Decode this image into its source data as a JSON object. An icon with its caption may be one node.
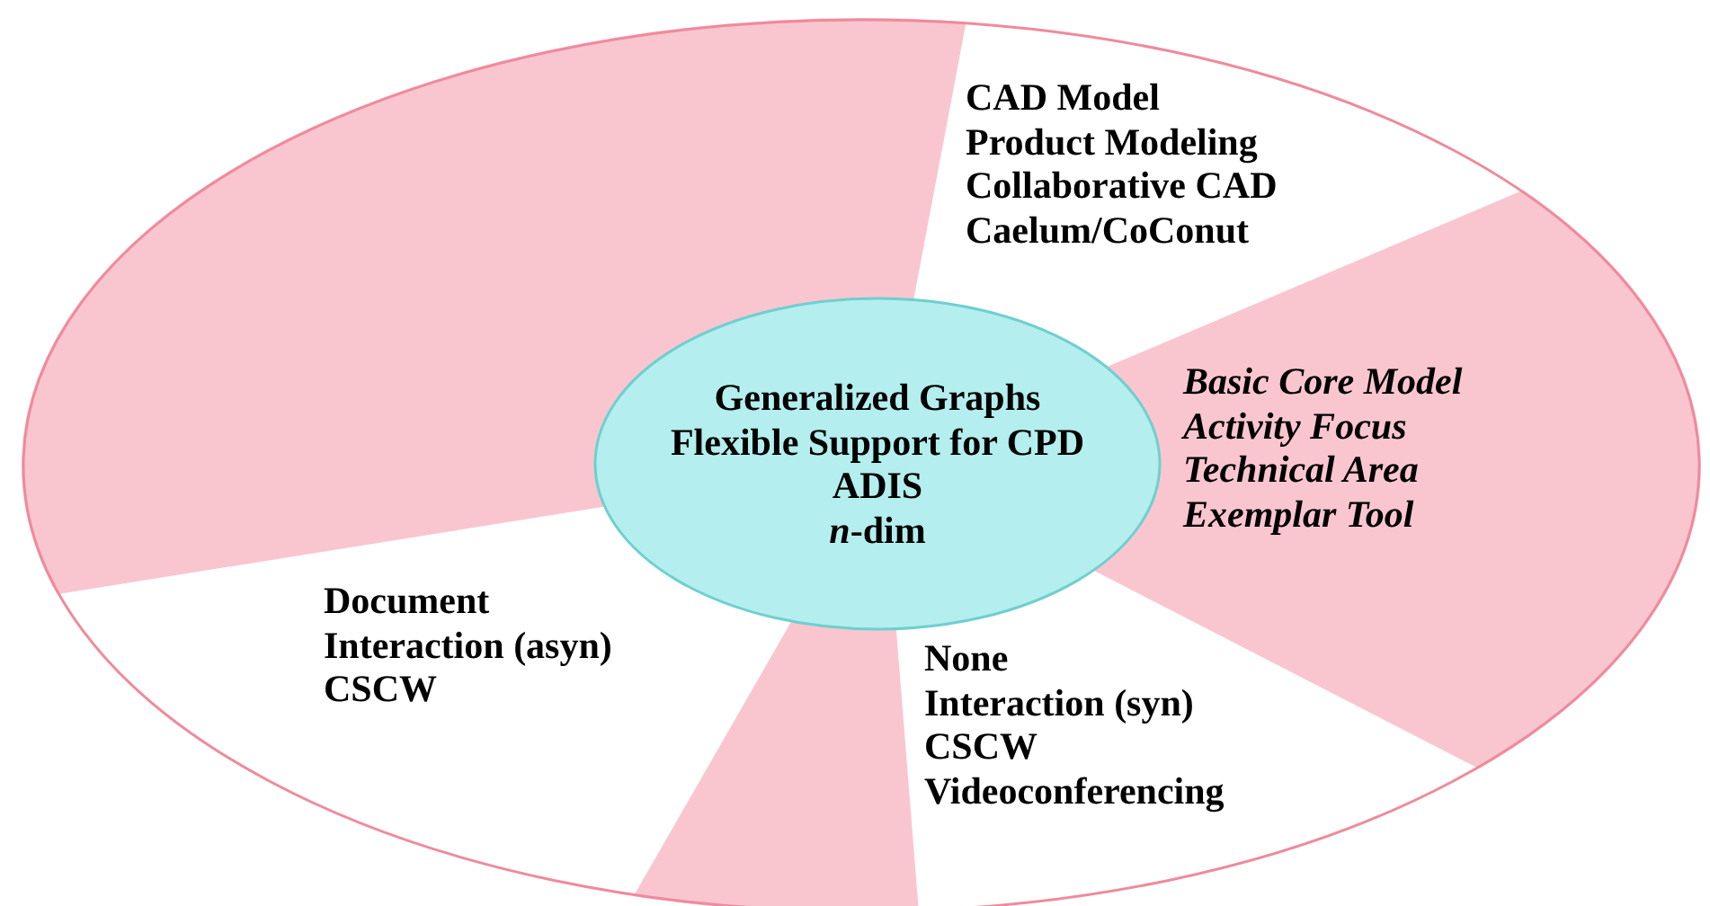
{
  "diagram": {
    "nodes": [
      {
        "text": [],
        "shape": "ellipse"
      },
      {
        "text": [
          "Generalized Graphs",
          "Flexible Support for CPD",
          "ADIS",
          "*n*-dim"
        ],
        "in": 0
      },
      {
        "text": [
          "CAD Model",
          "Product Modeling",
          "Collaborative CAD",
          "Caelum/CoConut"
        ],
        "in": 0
      },
      {
        "text": [
          "Basic Core Model",
          "Activity Focus",
          "Technical Area",
          "Exemplar Tool"
        ],
        "in": 0
      },
      {
        "text": [
          "Document",
          "Interaction (asyn)",
          "CSCW"
        ],
        "in": 0
      },
      {
        "text": [
          "None",
          "Interaction (syn)",
          "CSCW",
          "Videoconferencing"
        ],
        "in": 0
      }
    ]
  }
}
